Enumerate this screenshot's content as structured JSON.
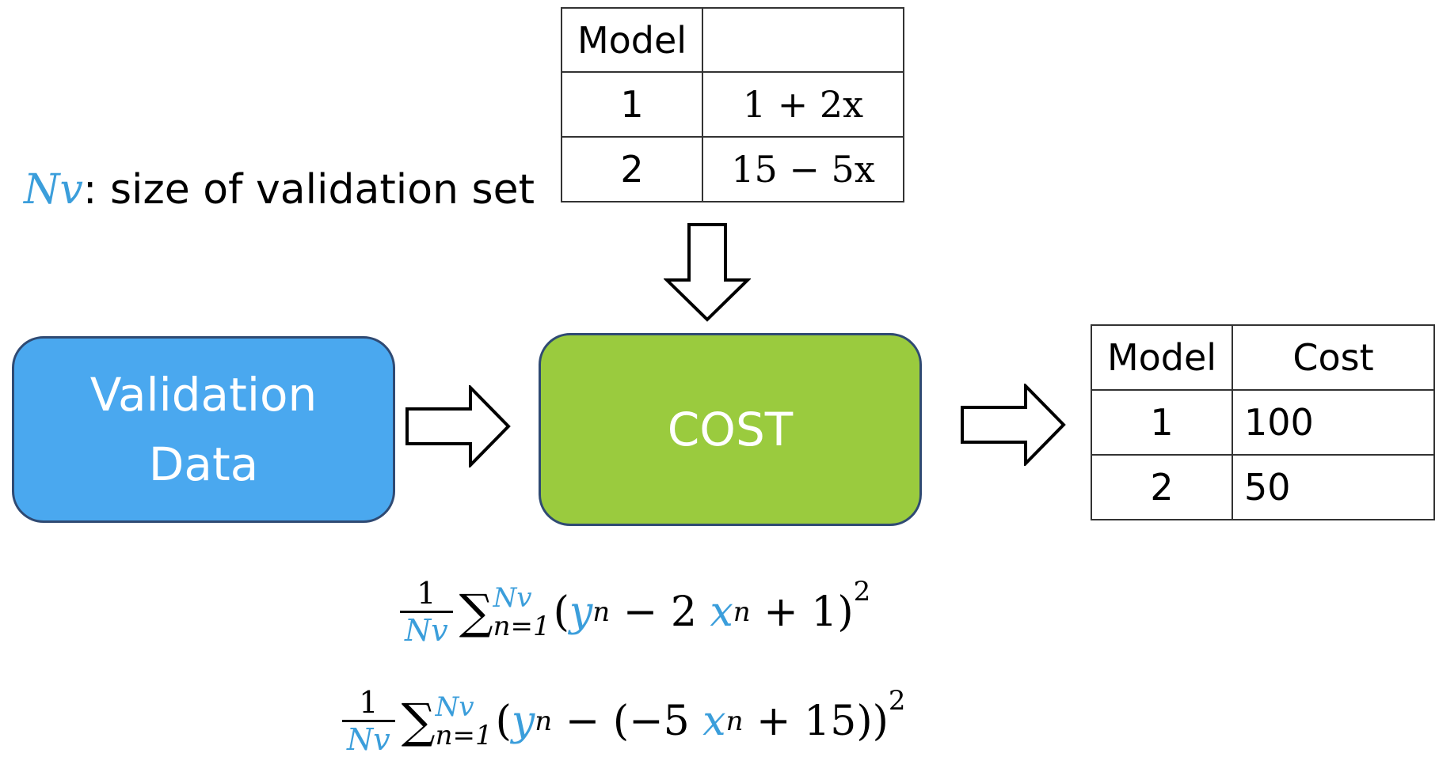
{
  "models_table": {
    "header": [
      "Model",
      ""
    ],
    "rows": [
      {
        "model": "1",
        "formula": "1 + 2x"
      },
      {
        "model": "2",
        "formula": "15 − 5x"
      }
    ]
  },
  "nv_note": {
    "symbol": "Nv",
    "text": ": size of validation set"
  },
  "validation_box": {
    "line1": "Validation",
    "line2": "Data",
    "color": "#4aa8ef"
  },
  "cost_box": {
    "label": "COST",
    "color": "#9acb3e"
  },
  "cost_table": {
    "header": [
      "Model",
      "Cost"
    ],
    "rows": [
      {
        "model": "1",
        "cost": "100"
      },
      {
        "model": "2",
        "cost": "50"
      }
    ]
  },
  "formula1": {
    "num": "1",
    "den": "Nv",
    "sum": "∑",
    "upper": "Nv",
    "lower": "n=1",
    "open": "(",
    "y": "y",
    "n": "n",
    "minus": " − 2 ",
    "x": "x",
    "tail": " + 1)",
    "exp": "2"
  },
  "formula2": {
    "num": "1",
    "den": "Nv",
    "sum": "∑",
    "upper": "Nv",
    "lower": "n=1",
    "open": "(",
    "y": "y",
    "n": "n",
    "mid": " − (−5 ",
    "x": "x",
    "tail": " + 15))",
    "exp": "2"
  }
}
